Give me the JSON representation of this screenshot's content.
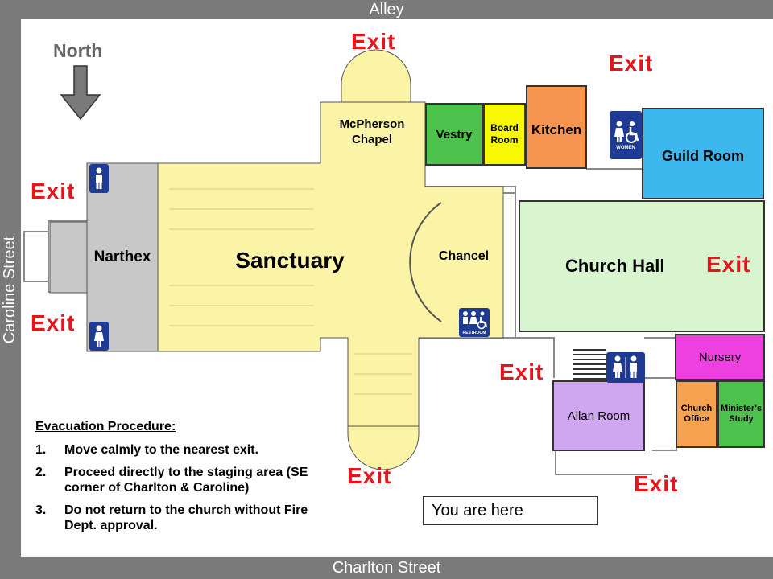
{
  "streets": {
    "top": "Alley",
    "bottom": "Charlton Street",
    "left": "Caroline Street"
  },
  "north_label": "North",
  "exits": [
    "Exit",
    "Exit",
    "Exit",
    "Exit",
    "Exit",
    "Exit",
    "Exit",
    "Exit"
  ],
  "rooms": {
    "narthex": "Narthex",
    "sanctuary": "Sanctuary",
    "mcpherson_chapel_line1": "McPherson",
    "mcpherson_chapel_line2": "Chapel",
    "vestry": "Vestry",
    "board_room_line1": "Board",
    "board_room_line2": "Room",
    "kitchen": "Kitchen",
    "guild_room": "Guild Room",
    "chancel": "Chancel",
    "church_hall": "Church Hall",
    "nursery": "Nursery",
    "allan_room": "Allan Room",
    "church_office_line1": "Church",
    "church_office_line2": "Office",
    "ministers_study_line1": "Minister's",
    "ministers_study_line2": "Study"
  },
  "icons": {
    "women_sign": "WOMEN",
    "restroom_sign": "RESTROOM"
  },
  "procedure": {
    "title": "Evacuation Procedure:",
    "steps": [
      {
        "num": "1.",
        "text": "Move calmly to the nearest exit."
      },
      {
        "num": "2.",
        "text": "Proceed directly to the staging area (SE corner of Charlton & Caroline)"
      },
      {
        "num": "3.",
        "text": "Do not return to the church without Fire Dept. approval."
      }
    ]
  },
  "you_are_here": "You are here",
  "colors": {
    "street": "#7a7a7a",
    "exit": "#e8141b",
    "narthex": "#c8c8c8",
    "sanctuary": "#fbf3a6",
    "vestry": "#4dc24d",
    "board_room": "#f8f800",
    "kitchen": "#f6954f",
    "guild_room": "#3db8ee",
    "church_hall": "#d8f5d0",
    "nursery": "#ee3fe0",
    "allan_room": "#cfa6f0",
    "church_office": "#f6a24f",
    "ministers_study": "#4dc24d",
    "sign_blue": "#1f3a93"
  }
}
